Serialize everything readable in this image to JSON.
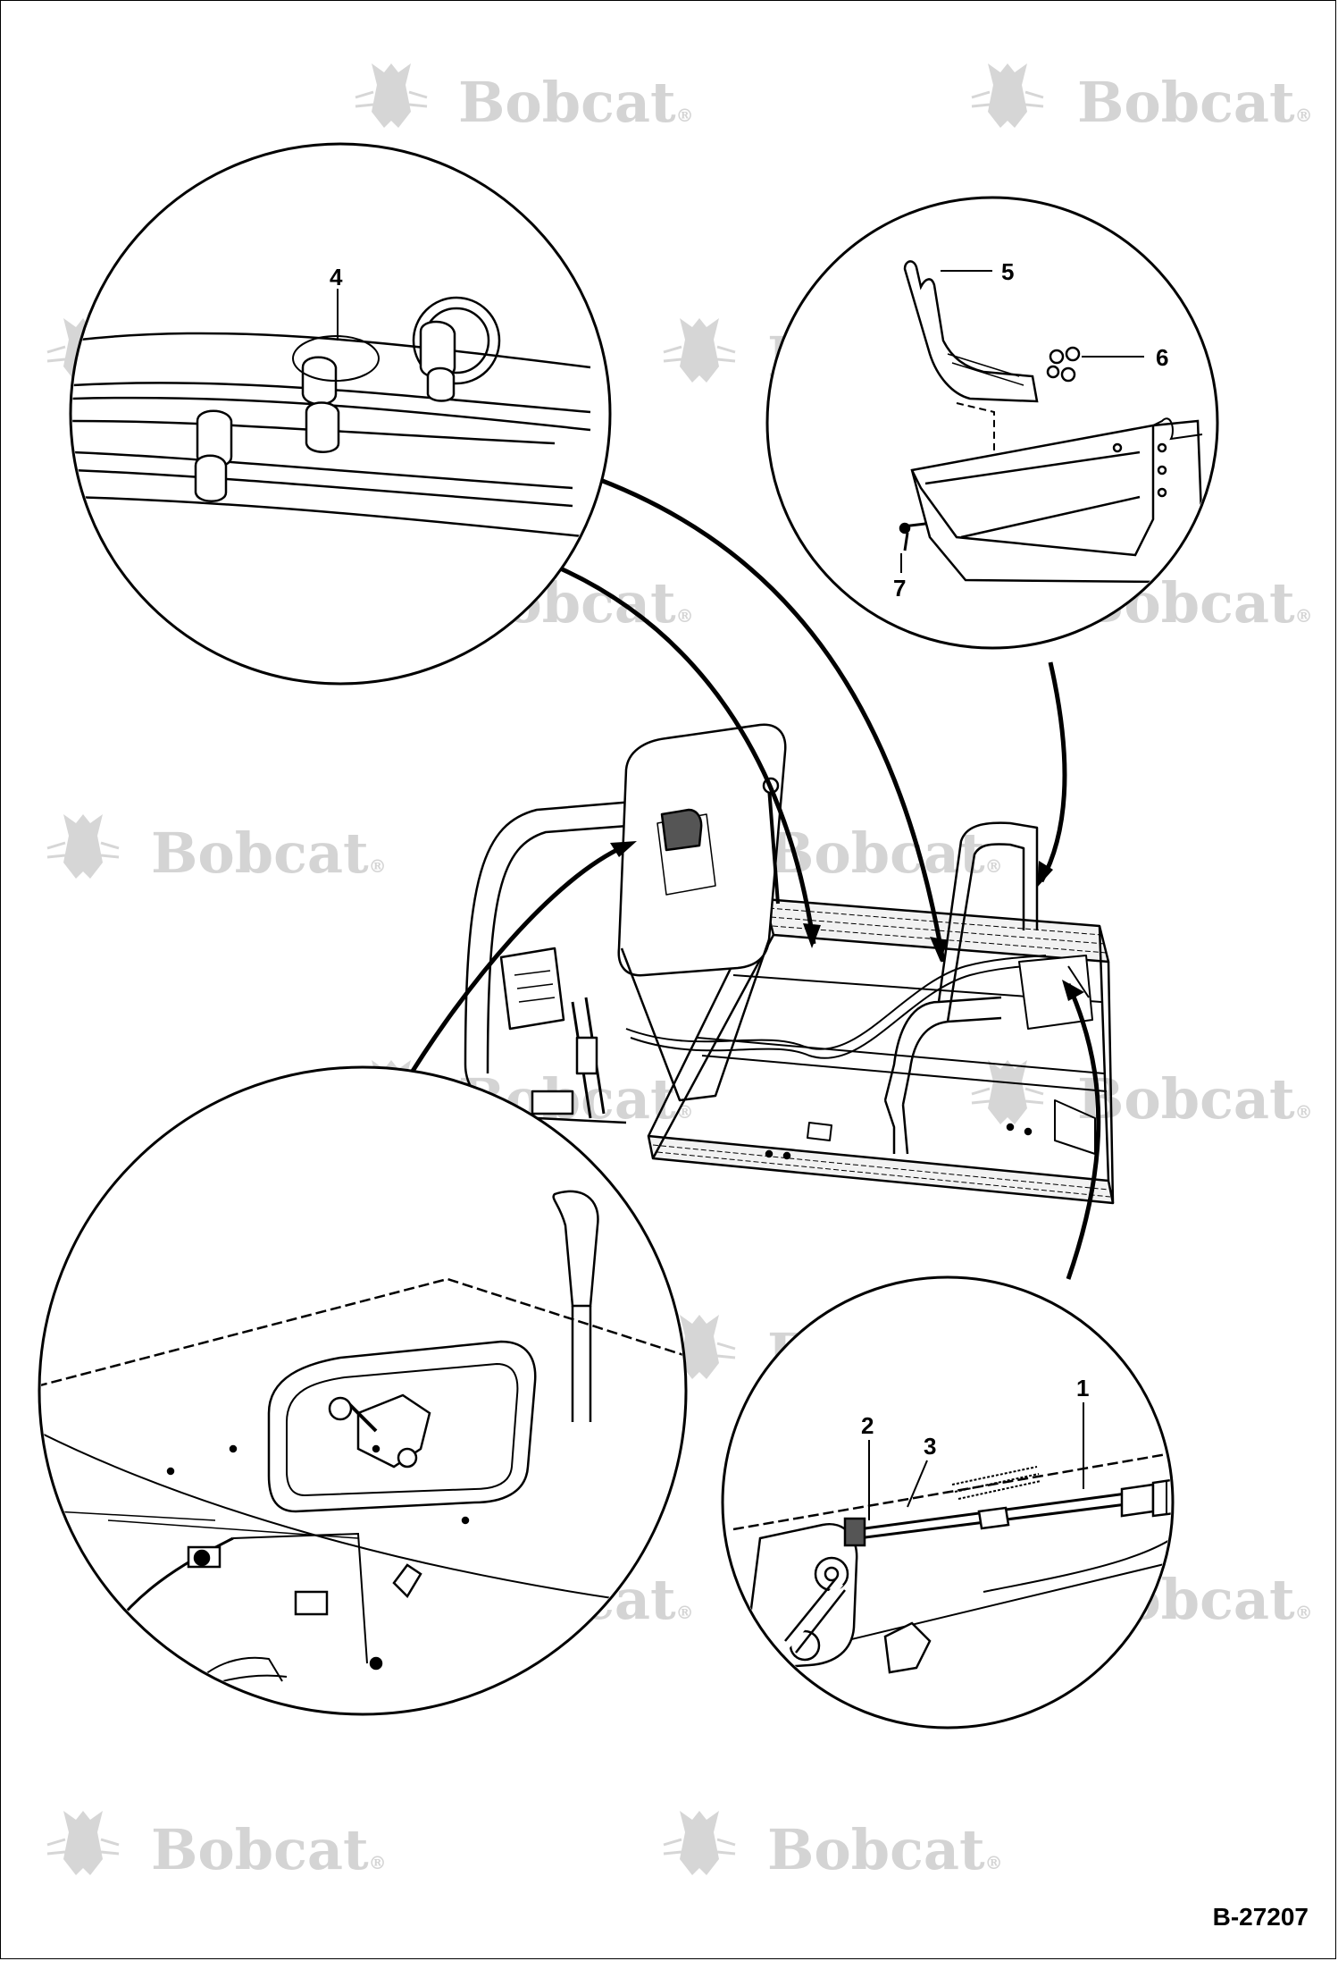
{
  "watermark": {
    "text": "Bobcat",
    "mark": "®",
    "color": "#d4d4d4"
  },
  "callouts": {
    "c1": "1",
    "c2": "2",
    "c3": "3",
    "c4": "4",
    "c5": "5",
    "c6": "6",
    "c7": "7"
  },
  "figure_id": "B-27207"
}
